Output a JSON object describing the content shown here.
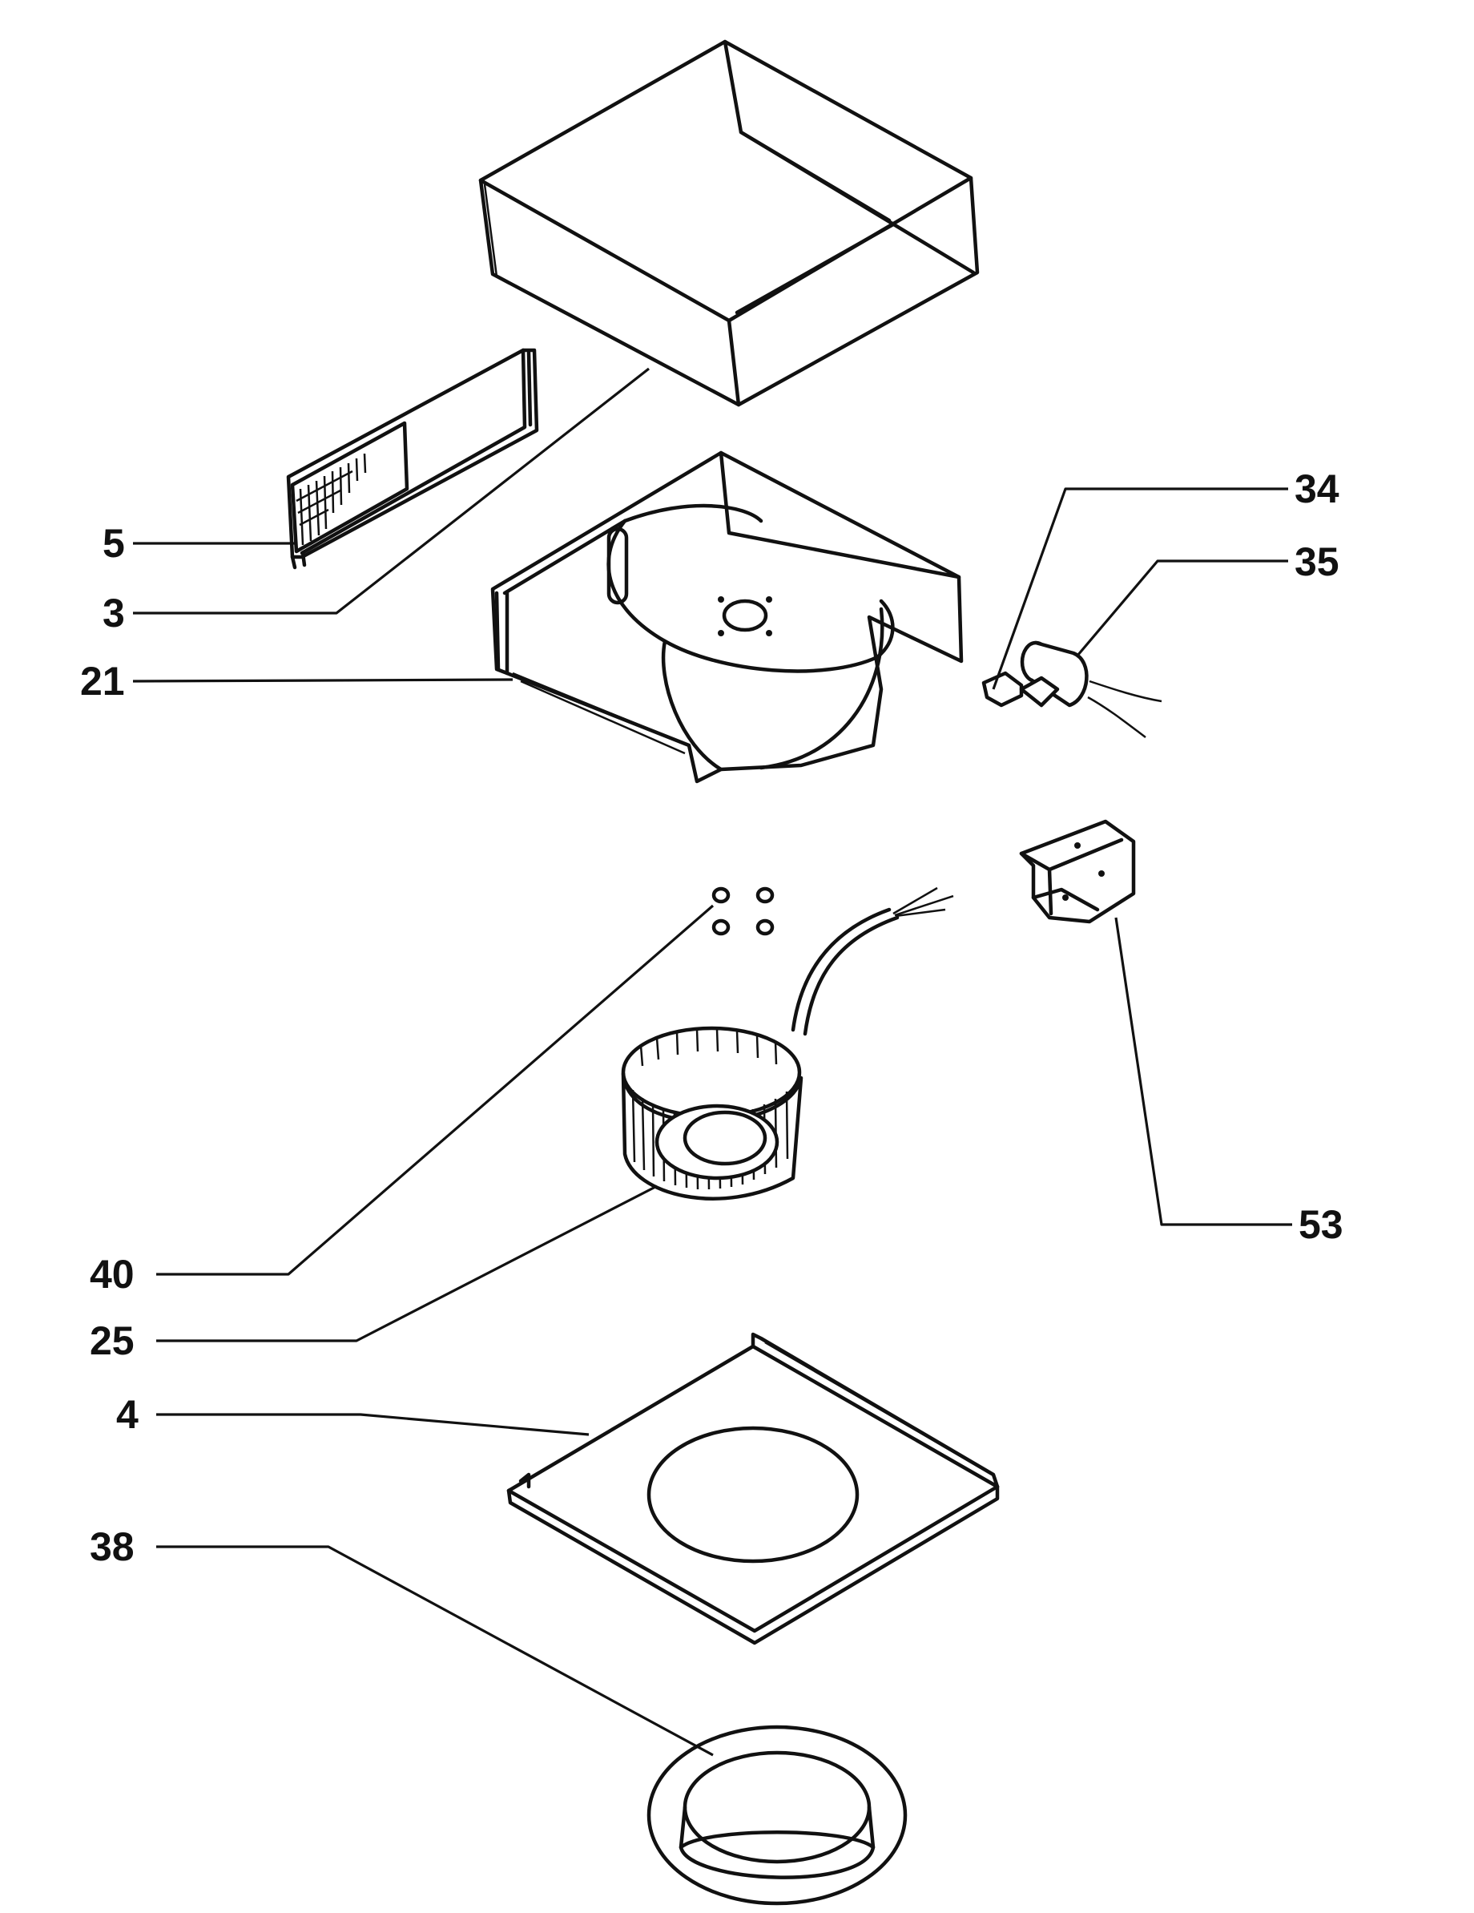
{
  "callouts": {
    "c5": "5",
    "c3": "3",
    "c21": "21",
    "c34": "34",
    "c35": "35",
    "c40": "40",
    "c25": "25",
    "c53": "53",
    "c4": "4",
    "c38": "38"
  },
  "colors": {
    "line": "#111111",
    "background": "#ffffff"
  }
}
